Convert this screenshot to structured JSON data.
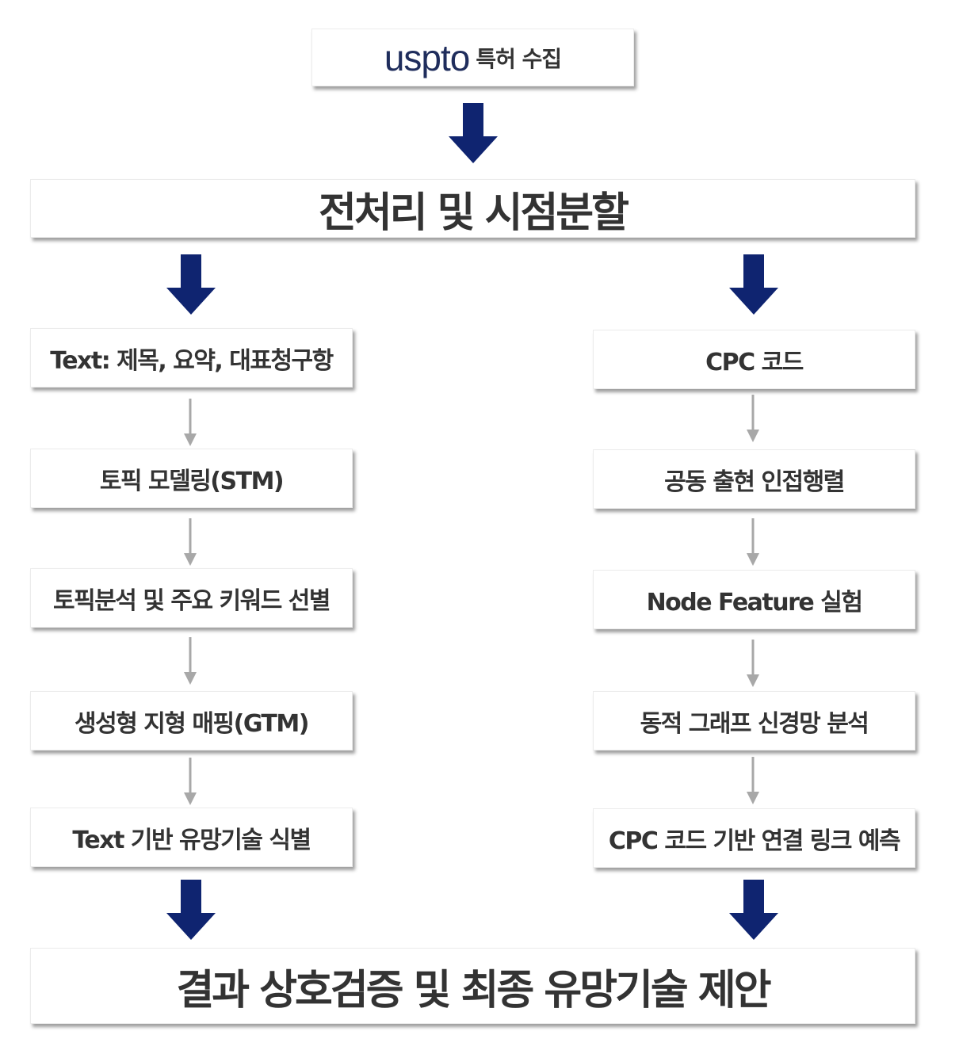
{
  "colors": {
    "big_arrow": "#0f2470",
    "small_arrow": "#a8a8a8",
    "logo": "#1f2d5c",
    "text": "#333333"
  },
  "top": {
    "logo": "uspto",
    "label": "특허 수집"
  },
  "preprocess": {
    "label": "전처리 및 시점분할"
  },
  "left_column": [
    "Text: 제목, 요약, 대표청구항",
    "토픽 모델링(STM)",
    "토픽분석 및 주요 키워드 선별",
    "생성형 지형 매핑(GTM)",
    "Text 기반 유망기술 식별"
  ],
  "right_column": [
    "CPC 코드",
    "공동 출현 인접행렬",
    "Node Feature 실험",
    "동적 그래프 신경망 분석",
    "CPC 코드 기반 연결 링크 예측"
  ],
  "result": {
    "label": "결과 상호검증 및 최종 유망기술 제안"
  }
}
